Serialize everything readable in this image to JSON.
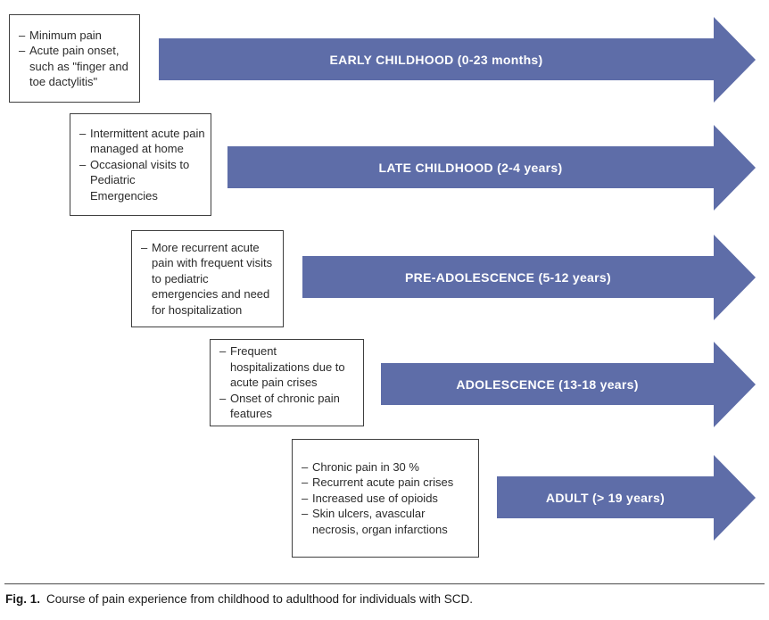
{
  "figure": {
    "bullet_prefix": "–",
    "stages": [
      {
        "label": "EARLY CHILDHOOD (0-23 months)",
        "bullets": [
          "Minimum pain",
          "Acute pain onset, such as \"finger and toe dactylitis\""
        ]
      },
      {
        "label": "LATE CHILDHOOD (2-4 years)",
        "bullets": [
          "Intermittent acute pain managed at home",
          "Occasional visits to Pediatric Emergencies"
        ]
      },
      {
        "label": "PRE-ADOLESCENCE (5-12 years)",
        "bullets": [
          "More recurrent acute pain with frequent visits to pediatric emergencies and need for hospitalization"
        ]
      },
      {
        "label": "ADOLESCENCE (13-18 years)",
        "bullets": [
          "Frequent hospitalizations due to acute pain crises",
          "Onset of chronic pain features"
        ]
      },
      {
        "label": "ADULT (> 19 years)",
        "bullets": [
          "Chronic pain in 30 %",
          "Recurrent acute pain crises",
          "Increased use of opioids",
          "Skin ulcers, avascular necrosis, organ infarctions"
        ]
      }
    ],
    "colors": {
      "arrow_fill": "#5e6da8",
      "arrow_text": "#ffffff",
      "box_border": "#3f3f3f",
      "body_text": "#2b2b2b"
    }
  },
  "caption": {
    "label": "Fig. 1.",
    "text": "Course of pain experience from childhood to adulthood for individuals with SCD."
  }
}
